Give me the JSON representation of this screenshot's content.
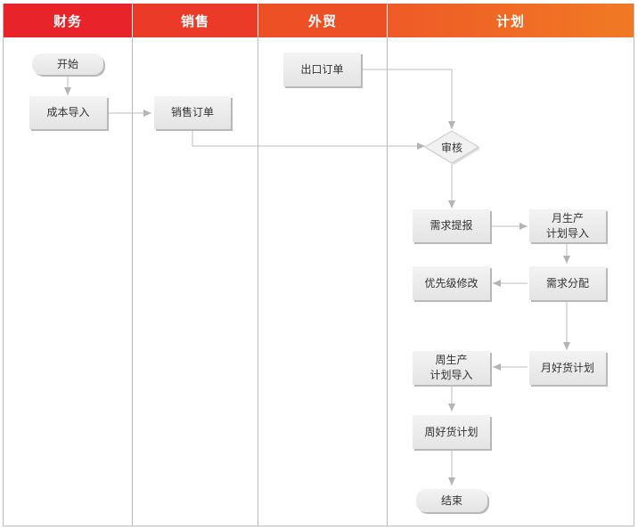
{
  "lanes": [
    {
      "label": "财务"
    },
    {
      "label": "销售"
    },
    {
      "label": "外贸"
    },
    {
      "label": "计划"
    }
  ],
  "nodes": {
    "start": "开始",
    "cost_import": "成本导入",
    "sales_order": "销售订单",
    "export_order": "出口订单",
    "review": "审核",
    "demand_report": "需求提报",
    "monthly_import": "月生产\n计划导入",
    "demand_allocation": "需求分配",
    "priority_edit": "优先级修改",
    "monthly_good_plan": "月好货计划",
    "weekly_import": "周生产\n计划导入",
    "weekly_good_plan": "周好货计划",
    "end": "结束"
  },
  "colors": {
    "header_gradient_start": "#e8232a",
    "header_gradient_end": "#f07024",
    "line": "#bcbcbc",
    "arrow": "#b4b4b4"
  }
}
